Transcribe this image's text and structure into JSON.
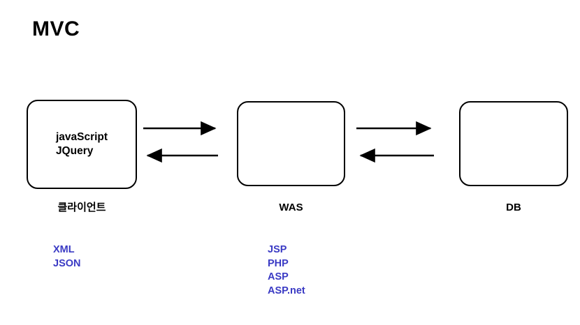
{
  "title": "MVC",
  "colors": {
    "stroke": "#000000",
    "tech_blue": "#3a3ac4",
    "background": "#ffffff"
  },
  "nodes": [
    {
      "id": "client",
      "box_text": "javaScript\nJQuery",
      "caption": "클라이언트"
    },
    {
      "id": "was",
      "box_text": "",
      "caption": "WAS"
    },
    {
      "id": "db",
      "box_text": "",
      "caption": "DB"
    }
  ],
  "tech_lists": [
    {
      "id": "client-formats",
      "items": "XML\nJSON"
    },
    {
      "id": "was-technologies",
      "items": "JSP\nPHP\nASP\nASP.net"
    }
  ],
  "connectors": [
    {
      "id": "client-was",
      "forward_label": "",
      "reverse_label": "",
      "forward_direction": "right",
      "reverse_direction": "left"
    },
    {
      "id": "was-db",
      "forward_label": "",
      "reverse_label": "",
      "forward_direction": "right",
      "reverse_direction": "left"
    }
  ]
}
